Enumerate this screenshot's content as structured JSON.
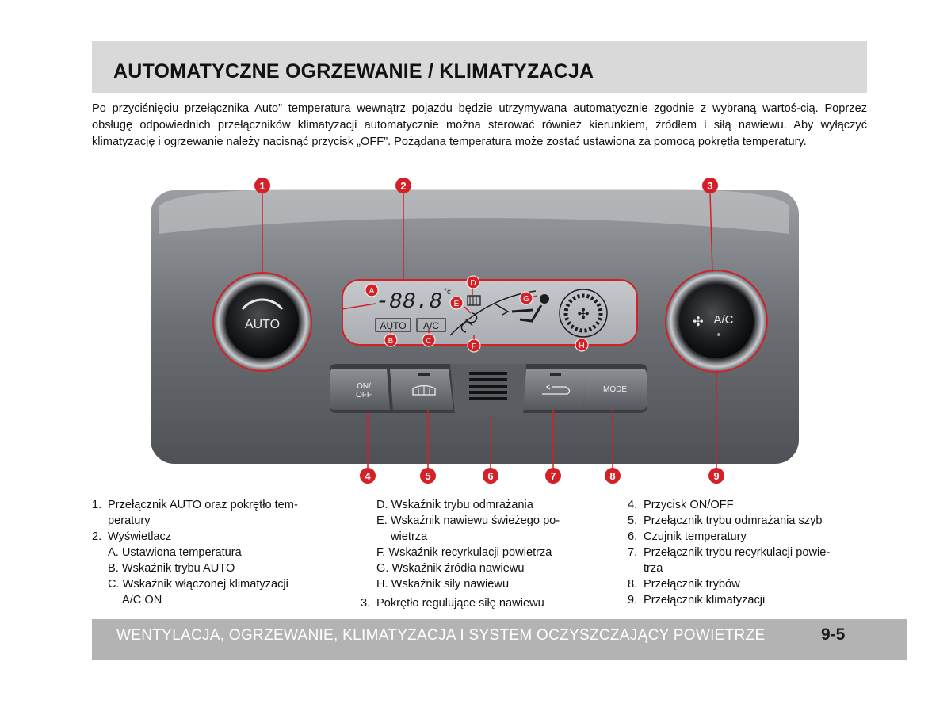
{
  "header": {
    "title": "AUTOMATYCZNE OGRZEWANIE / KLIMATYZACJA"
  },
  "intro": "Po przyciśnięciu przełącznika Auto” temperatura wewnątrz pojazdu będzie utrzymywana automatycznie zgodnie z wybraną wartoś-cią. Poprzez obsługę odpowiednich przełączników klimatyzacji automatycznie można sterować również kierunkiem, źródłem i siłą nawiewu. Aby wyłączyć klimatyzację i ogrzewanie należy nacisnąć przycisk „OFF”. Pożądana temperatura może zostać ustawiona za pomocą pokrętła temperatury.",
  "figure": {
    "panel": {
      "left_knob_label": "AUTO",
      "right_knob_label": "A/C",
      "display_digits": "-88.8",
      "display_unit": "°c",
      "display_auto": "AUTO",
      "display_ac": "A/C",
      "btn_onoff_line1": "ON/",
      "btn_onoff_line2": "OFF",
      "btn_mode": "MODE"
    },
    "callouts": {
      "c1": "1",
      "c2": "2",
      "c3": "3",
      "c4": "4",
      "c5": "5",
      "c6": "6",
      "c7": "7",
      "c8": "8",
      "c9": "9",
      "a": "A",
      "b": "B",
      "c": "C",
      "d": "D",
      "e": "E",
      "f": "F",
      "g": "G",
      "h": "H"
    },
    "colors": {
      "callout": "#d42027",
      "panel": "#6e7175",
      "display": "#b8bcc0"
    }
  },
  "legend": {
    "col1": {
      "i1_num": "1.",
      "i1_text": "Przełącznik AUTO oraz pokrętło tem-",
      "i1_cont": "peratury",
      "i2_num": "2.",
      "i2_text": "Wyświetlacz",
      "a": "A. Ustawiona temperatura",
      "b": "B. Wskaźnik trybu AUTO",
      "c": "C. Wskaźnik włączonej klimatyzacji",
      "c_cont": "A/C ON"
    },
    "col2": {
      "d": "D. Wskaźnik trybu odmrażania",
      "e": "E. Wskaźnik nawiewu świeżego po-",
      "e_cont": "wietrza",
      "f": "F. Wskaźnik recyrkulacji powietrza",
      "g": "G. Wskaźnik źródła nawiewu",
      "h": "H. Wskaźnik siły nawiewu",
      "i3_num": "3.",
      "i3_text": "Pokrętło regulujące siłę nawiewu"
    },
    "col3": {
      "i4_num": "4.",
      "i4_text": "Przycisk ON/OFF",
      "i5_num": "5.",
      "i5_text": "Przełącznik trybu odmrażania szyb",
      "i6_num": "6.",
      "i6_text": "Czujnik temperatury",
      "i7_num": "7.",
      "i7_text": "Przełącznik trybu recyrkulacji powie-",
      "i7_cont": "trza",
      "i8_num": "8.",
      "i8_text": "Przełącznik trybów",
      "i9_num": "9.",
      "i9_text": "Przełącznik klimatyzacji"
    }
  },
  "footer": {
    "title": "WENTYLACJA, OGRZEWANIE, KLIMATYZACJA I SYSTEM OCZYSZCZAJĄCY POWIETRZE",
    "page": "9-5"
  }
}
